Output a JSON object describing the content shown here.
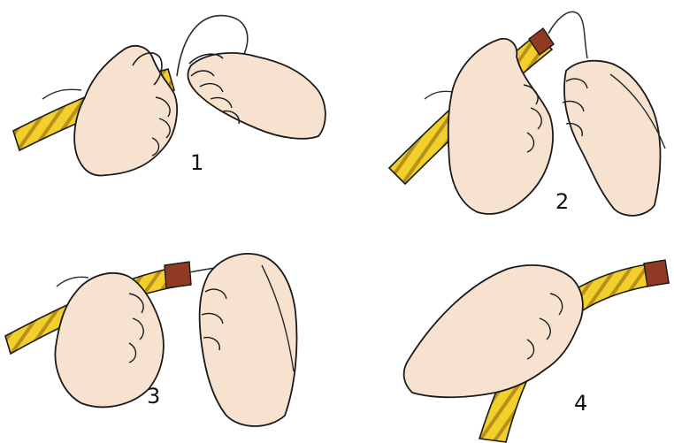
{
  "steps": [
    {
      "label": "1"
    },
    {
      "label": "2"
    },
    {
      "label": "3"
    },
    {
      "label": "4"
    }
  ],
  "colors": {
    "rope": "#f2cf2a",
    "rope_shade": "#b7901c",
    "whipping": "#8f3a22",
    "skin": "#f6e2cf",
    "outline": "#1a1a1a",
    "twine": "#2a2a2a"
  }
}
